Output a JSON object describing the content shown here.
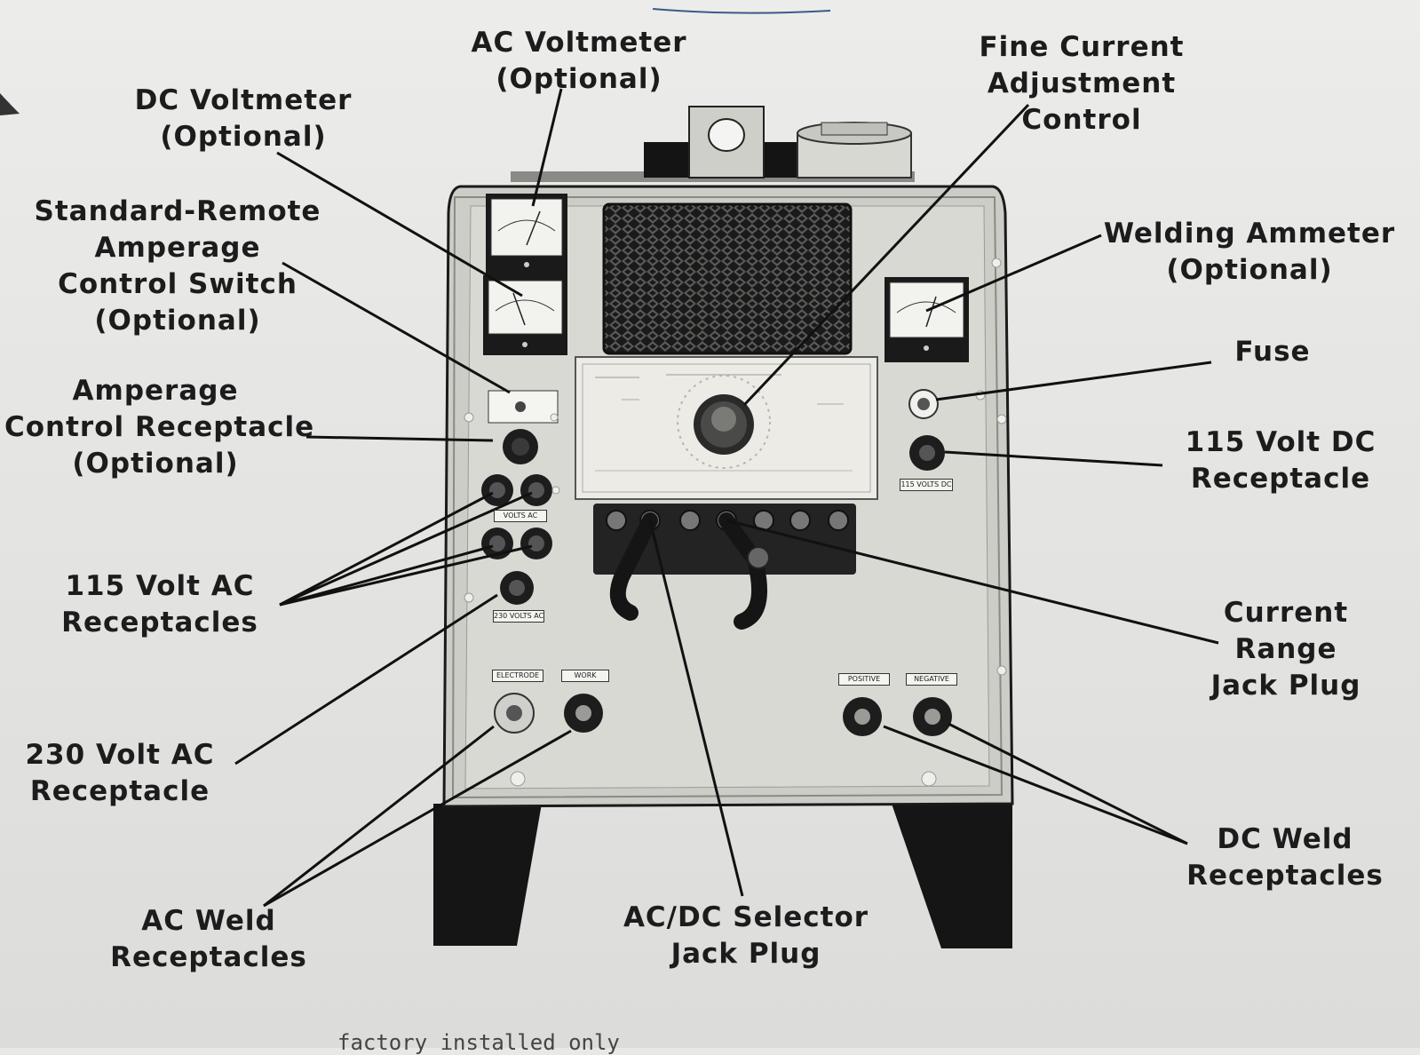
{
  "callouts": {
    "ac_voltmeter": [
      "AC Voltmeter",
      "(Optional)"
    ],
    "dc_voltmeter": [
      "DC Voltmeter",
      "(Optional)"
    ],
    "fine_current": [
      "Fine Current",
      "Adjustment",
      "Control"
    ],
    "std_remote": [
      "Standard-Remote",
      "Amperage",
      "Control Switch",
      "(Optional)"
    ],
    "welding_ammeter": [
      "Welding Ammeter",
      "(Optional)"
    ],
    "fuse": [
      "Fuse"
    ],
    "amp_control_receptacle": [
      "Amperage",
      "Control Receptacle",
      "(Optional)"
    ],
    "dc115_receptacle": [
      "115 Volt DC",
      "Receptacle"
    ],
    "ac115_receptacles": [
      "115 Volt AC",
      "Receptacles"
    ],
    "current_range": [
      "Current",
      "Range",
      "Jack Plug"
    ],
    "ac230_receptacle": [
      "230 Volt AC",
      "Receptacle"
    ],
    "dc_weld": [
      "DC Weld",
      "Receptacles"
    ],
    "ac_weld": [
      "AC Weld",
      "Receptacles"
    ],
    "acdc_selector": [
      "AC/DC Selector",
      "Jack Plug"
    ]
  },
  "panel_plates": {
    "volts_ac": "VOLTS AC",
    "v230_ac": "230 VOLTS AC",
    "electrode": "ELECTRODE",
    "work": "WORK",
    "positive": "POSITIVE",
    "negative": "NEGATIVE",
    "dc_volts": "115 VOLTS DC"
  },
  "footer_text": "factory installed only"
}
